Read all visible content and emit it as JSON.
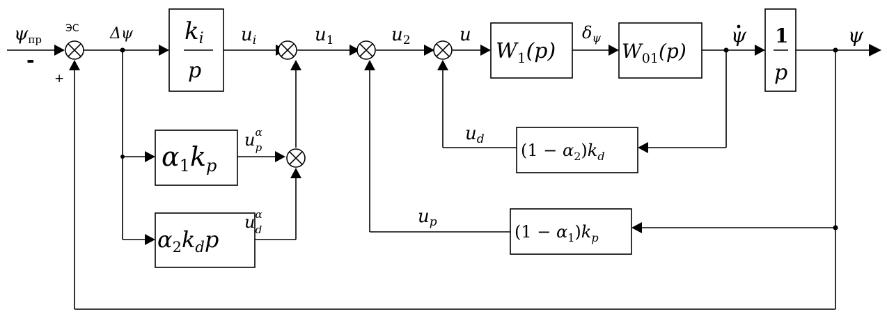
{
  "labels": {
    "psi_main": "ψ",
    "psi_sub": "пр",
    "minus": "-",
    "plus": "+",
    "es": "ЭС",
    "delta_psi": "Δψ",
    "u_i_main": "u",
    "u_i_sub": "i",
    "u1_main": "u",
    "u1_sub": "1",
    "u2_main": "u",
    "u2_sub": "2",
    "u": "u",
    "delta_main": "δ",
    "delta_sub": "ψ",
    "psi_dot": "ψ",
    "psi_out": "ψ",
    "ud_main": "u",
    "ud_sub": "d",
    "up_main": "u",
    "up_sub": "p",
    "upa_main": "u",
    "upa_sub": "p",
    "upa_sup": "α",
    "uda_main": "u",
    "uda_sub": "d",
    "uda_sup": "α"
  },
  "blocks": {
    "ki_p": {
      "num_main": "k",
      "num_sub": "i",
      "den": "p"
    },
    "w1": {
      "main": "W",
      "sub": "1",
      "arg": "(p)"
    },
    "w01": {
      "main": "W",
      "sub": "01",
      "arg": "(p)"
    },
    "one_p": {
      "num": "1",
      "den": "p"
    },
    "a1kp": {
      "a": "α",
      "a_sub": "1",
      "k": "k",
      "k_sub": "p"
    },
    "a2kdp": {
      "a": "α",
      "a_sub": "2",
      "k": "k",
      "k_sub": "d",
      "p": "p"
    },
    "fb_kd": {
      "open": "(1 − ",
      "a": "α",
      "a_sub": "2",
      "close": ")",
      "k": "k",
      "k_sub": "d"
    },
    "fb_kp": {
      "open": "(1 − ",
      "a": "α",
      "a_sub": "1",
      "close": ")",
      "k": "k",
      "k_sub": "p"
    }
  }
}
